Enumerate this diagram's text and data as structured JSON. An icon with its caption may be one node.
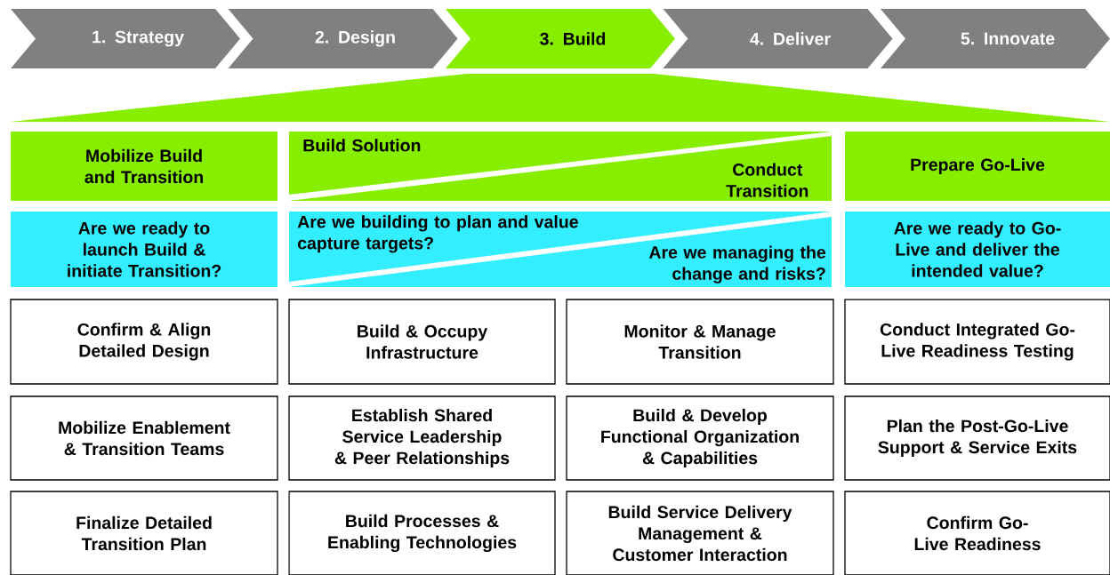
{
  "diagram": {
    "nodes": [
      {
        "text": [
          "1. Strategy"
        ]
      },
      {
        "text": [
          "2. Design"
        ]
      },
      {
        "text": [
          "3. Build"
        ]
      },
      {
        "text": [
          "4. Deliver"
        ]
      },
      {
        "text": [
          "5. Innovate"
        ]
      },
      {
        "text": [],
        "shape": "trapezoid"
      },
      {
        "text": [
          "Mobilize Build and Transition"
        ]
      },
      {
        "text": [
          "Build Solution"
        ]
      },
      {
        "text": [
          "Conduct Transition"
        ]
      },
      {
        "text": [
          "Prepare Go-Live"
        ]
      },
      {
        "text": [
          "Are we ready to launch Build & initiate Transition?"
        ]
      },
      {
        "text": [
          "Are we building to plan and value capture targets?"
        ]
      },
      {
        "text": [
          "Are we managing the change and risks?"
        ]
      },
      {
        "text": [
          "Are we ready to Go-Live and deliver the intended value?"
        ]
      },
      {
        "text": [
          "Confirm & Align Detailed Design"
        ]
      },
      {
        "text": [
          "Build & Occupy Infrastructure"
        ]
      },
      {
        "text": [
          "Monitor & Manage Transition"
        ]
      },
      {
        "text": [
          "Conduct Integrated Go-Live Readiness Testing"
        ]
      },
      {
        "text": [
          "Mobilize Enablement & Transition Teams"
        ]
      },
      {
        "text": [
          "Establish Shared Service Leadership & Peer Relationships"
        ]
      },
      {
        "text": [
          "Build & Develop Functional Organization & Capabilities"
        ]
      },
      {
        "text": [
          "Plan the Post-Go-Live Support & Service Exits"
        ]
      },
      {
        "text": [
          "Finalize Detailed Transition Plan"
        ]
      },
      {
        "text": [
          "Build Processes & Enabling Technologies"
        ]
      },
      {
        "text": [
          "Build Service Delivery Management & Customer Interaction"
        ]
      },
      {
        "text": [
          "Confirm Go-Live Readiness"
        ]
      }
    ]
  }
}
